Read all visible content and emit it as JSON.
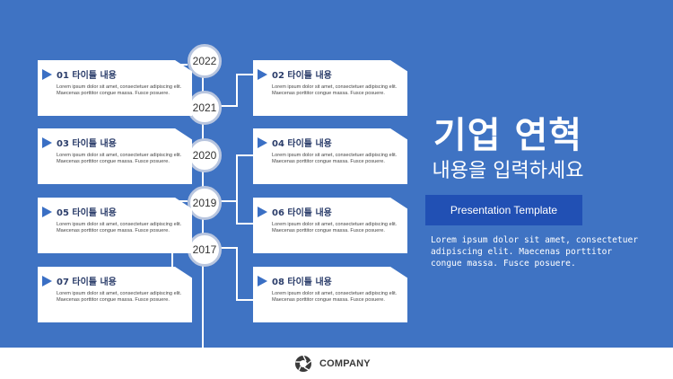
{
  "years": [
    "2022",
    "2021",
    "2020",
    "2019",
    "2017"
  ],
  "cards": [
    {
      "title": "01 타이틀 내용",
      "body": "Lorem ipsum dolor sit amet, consectetuer adipiscing elit. Maecenas porttitor congue massa. Fusce posuere."
    },
    {
      "title": "02 타이틀 내용",
      "body": "Lorem ipsum dolor sit amet, consectetuer adipiscing elit. Maecenas porttitor congue massa. Fusce posuere."
    },
    {
      "title": "03 타이틀 내용",
      "body": "Lorem ipsum dolor sit amet, consectetuer adipiscing elit. Maecenas porttitor congue massa. Fusce posuere."
    },
    {
      "title": "04 타이틀 내용",
      "body": "Lorem ipsum dolor sit amet, consectetuer adipiscing elit. Maecenas porttitor congue massa. Fusce posuere."
    },
    {
      "title": "05 타이틀 내용",
      "body": "Lorem ipsum dolor sit amet, consectetuer adipiscing elit. Maecenas porttitor congue massa. Fusce posuere."
    },
    {
      "title": "06 타이틀 내용",
      "body": "Lorem ipsum dolor sit amet, consectetuer adipiscing elit. Maecenas porttitor congue massa. Fusce posuere."
    },
    {
      "title": "07 타이틀 내용",
      "body": "Lorem ipsum dolor sit amet, consectetuer adipiscing elit. Maecenas porttitor congue massa. Fusce posuere."
    },
    {
      "title": "08 타이틀 내용",
      "body": "Lorem ipsum dolor sit amet, consectetuer adipiscing elit. Maecenas porttitor congue massa. Fusce posuere."
    }
  ],
  "headline": "기업 연혁",
  "subheadline": "내용을 입력하세요",
  "template_label": "Presentation Template",
  "description": "Lorem ipsum dolor sit amet, consectetuer adipiscing elit. Maecenas porttitor congue massa. Fusce posuere.",
  "footer": {
    "company": "COMPANY",
    "logo_icon": "aperture-icon"
  },
  "colors": {
    "background": "#3f73c3",
    "accent_box": "#2150b4",
    "footer": "#ffffff"
  }
}
